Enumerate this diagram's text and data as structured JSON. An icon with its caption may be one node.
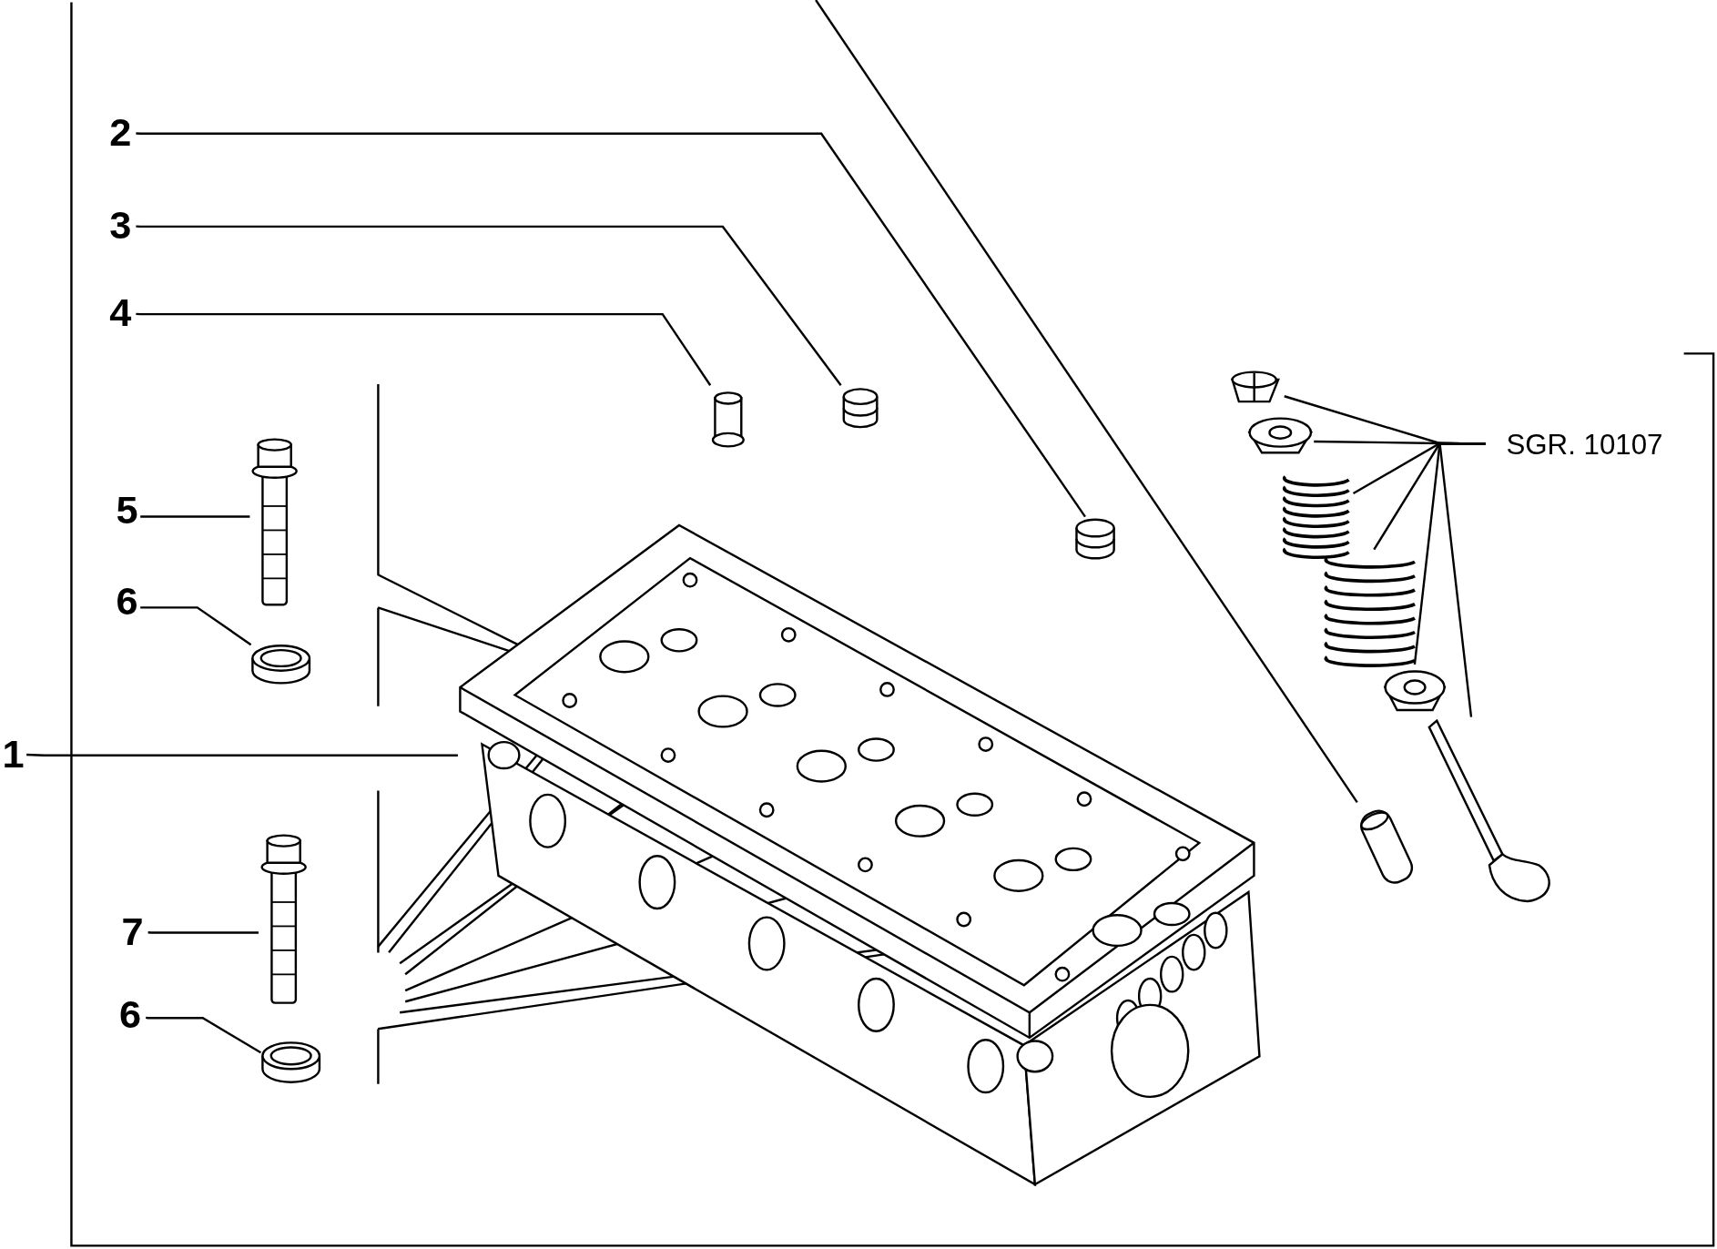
{
  "diagram": {
    "nodes": [
      {
        "text": [
          "1"
        ]
      },
      {
        "text": [
          "2"
        ]
      },
      {
        "text": [
          "3"
        ]
      },
      {
        "text": [
          "4"
        ]
      },
      {
        "text": [
          "5"
        ]
      },
      {
        "text": [
          "6"
        ]
      },
      {
        "text": [
          "7"
        ]
      },
      {
        "text": [
          "6"
        ]
      },
      {
        "text": [
          "SGR. 10107"
        ]
      },
      {
        "text": [],
        "shape": "picture"
      },
      {
        "text": [],
        "shape": "picture"
      },
      {
        "text": [],
        "shape": "picture"
      },
      {
        "text": [],
        "shape": "cylinder"
      },
      {
        "text": [],
        "shape": "picture"
      },
      {
        "text": [],
        "shape": "picture"
      },
      {
        "text": [],
        "shape": "picture"
      },
      {
        "text": [],
        "shape": "picture"
      },
      {
        "text": [],
        "shape": "picture"
      },
      {
        "text": [],
        "shape": "cone"
      },
      {
        "text": [],
        "shape": "picture"
      },
      {
        "text": [],
        "shape": "picture"
      },
      {
        "text": [],
        "shape": "picture"
      },
      {
        "text": [],
        "shape": "picture"
      },
      {
        "text": [],
        "shape": "picture"
      },
      {
        "text": [],
        "shape": "bracket"
      },
      {
        "text": [],
        "shape": "bracket"
      }
    ],
    "edges": [
      {
        "from": 0,
        "to": 9,
        "arrow": "none"
      },
      {
        "from": 1,
        "to": 10,
        "arrow": "none"
      },
      {
        "from": 2,
        "to": 11,
        "arrow": "none"
      },
      {
        "from": 3,
        "to": 12,
        "arrow": "none"
      },
      {
        "from": 4,
        "to": 13,
        "arrow": "none"
      },
      {
        "from": 5,
        "to": 14,
        "arrow": "none"
      },
      {
        "from": 6,
        "to": 15,
        "arrow": "none"
      },
      {
        "from": 7,
        "to": 16,
        "arrow": "none"
      },
      {
        "from": 8,
        "to": 18,
        "arrow": "none"
      },
      {
        "from": 8,
        "to": 19,
        "arrow": "none"
      },
      {
        "from": 8,
        "to": 20,
        "arrow": "none"
      },
      {
        "from": 8,
        "to": 21,
        "arrow": "none"
      },
      {
        "from": 8,
        "to": 22,
        "arrow": "none"
      },
      {
        "from": 8,
        "to": 23,
        "arrow": "none"
      },
      {
        "from": null,
        "to": 17,
        "arrow": "none"
      },
      {
        "from": 24,
        "to": 9,
        "arrow": "none"
      },
      {
        "from": 24,
        "to": 9,
        "arrow": "none"
      },
      {
        "from": 25,
        "to": 9,
        "arrow": "none"
      },
      {
        "from": 25,
        "to": 9,
        "arrow": "none"
      },
      {
        "from": 25,
        "to": 9,
        "arrow": "none"
      },
      {
        "from": 25,
        "to": 9,
        "arrow": "none"
      },
      {
        "from": 25,
        "to": 9,
        "arrow": "none"
      },
      {
        "from": 25,
        "to": 9,
        "arrow": "none"
      },
      {
        "from": 25,
        "to": 9,
        "arrow": "none"
      },
      {
        "from": 25,
        "to": 9,
        "arrow": "none"
      }
    ]
  }
}
